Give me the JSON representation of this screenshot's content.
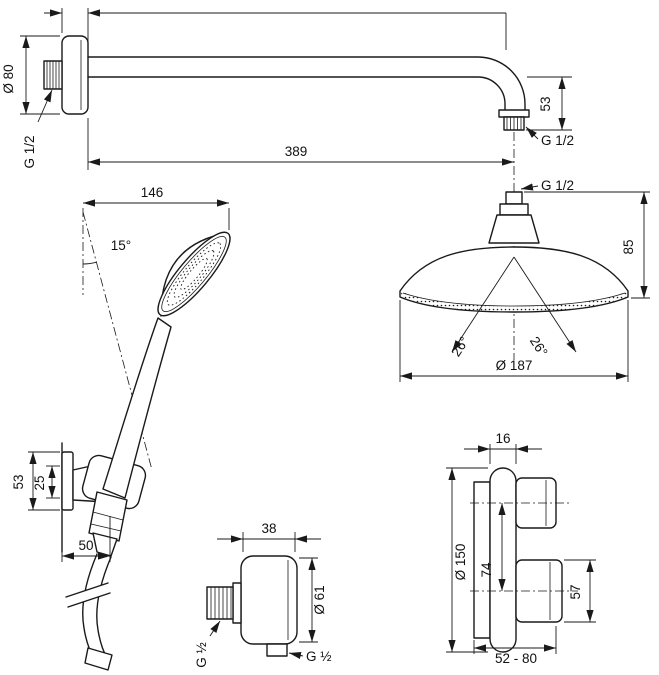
{
  "page": {
    "background": "#ffffff",
    "line_color": "#1a1a1a"
  },
  "shower_arm": {
    "flange_diameter": "Ø 80",
    "wall_thread": "G 1/2",
    "length": "389",
    "end_drop": "53",
    "outlet_thread": "G 1/2"
  },
  "overhead_shower": {
    "inlet_thread": "G 1/2",
    "height": "85",
    "spray_angle_left": "26°",
    "spray_angle_right": "26°",
    "diameter": "Ø 187"
  },
  "hand_shower": {
    "projection": "146",
    "tilt_angle": "15°"
  },
  "holder": {
    "height": "53",
    "inner_height": "25",
    "depth": "50"
  },
  "wall_outlet": {
    "width": "38",
    "diameter": "Ø 61",
    "side_thread": "G ½",
    "bottom_thread": "G ½"
  },
  "thermostat": {
    "depth": "16",
    "diameter": "Ø 150",
    "handle_spacing": "74",
    "handle_size": "57",
    "install_depth_range": "52 - 80"
  }
}
